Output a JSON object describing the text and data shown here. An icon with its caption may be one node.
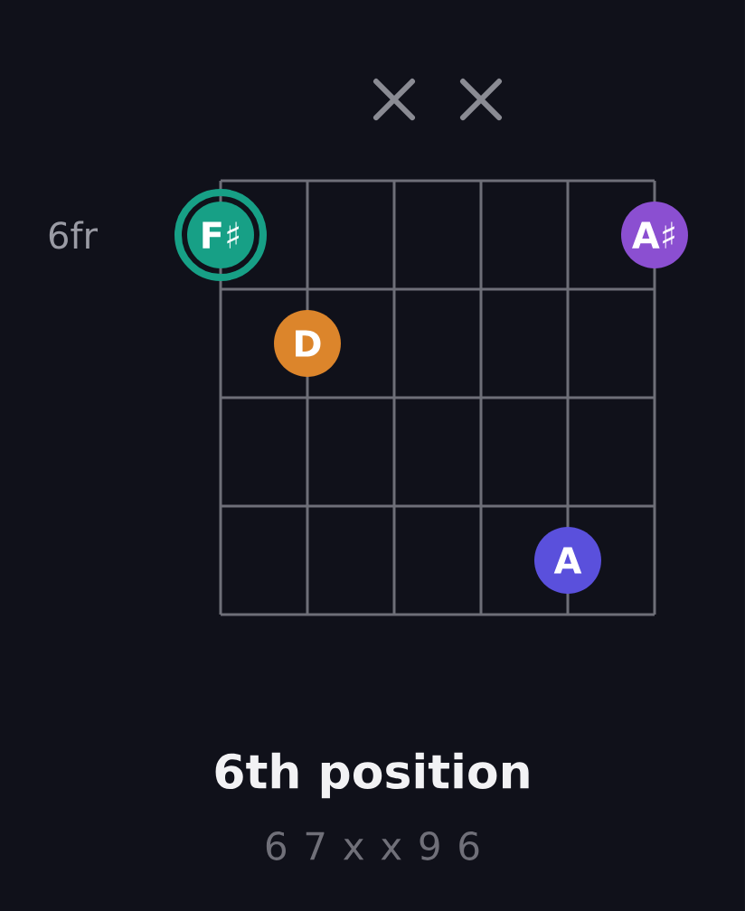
{
  "diagram": {
    "title": "6th position",
    "nodes": [
      {
        "text": [
          "F♯"
        ]
      },
      {
        "text": [
          "A♯"
        ]
      },
      {
        "text": [
          "D"
        ]
      },
      {
        "text": [
          "A"
        ]
      }
    ],
    "labels": [
      "6fr",
      "6 7 x x 9 6"
    ]
  }
}
